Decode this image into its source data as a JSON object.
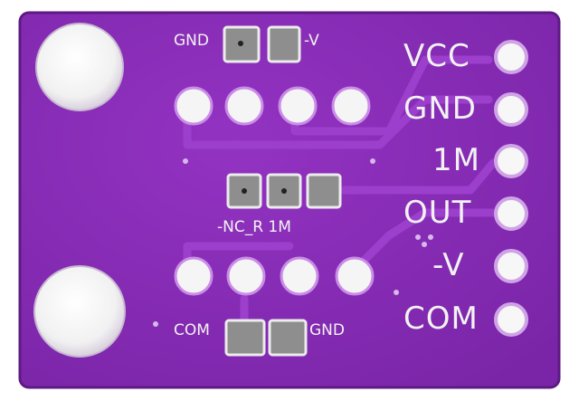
{
  "board": {
    "colors": {
      "board": "#8a2cb8",
      "board_edge": "#6a1f92",
      "trace": "#9a38c8",
      "trace_dark": "#6e2096",
      "silkscreen": "#f2f2f2",
      "pad_gray": "#8e8e8e",
      "mount_hole": "#f4f4f4"
    },
    "pin_labels": [
      "VCC",
      "GND",
      "1M",
      "OUT",
      "-V",
      "COM"
    ],
    "top_jumper": {
      "left_label": "GND",
      "right_label": "-V"
    },
    "middle_jumper": {
      "label": "-NC_R 1M"
    },
    "bottom_jumper": {
      "left_label": "COM",
      "right_label": "GND"
    }
  }
}
